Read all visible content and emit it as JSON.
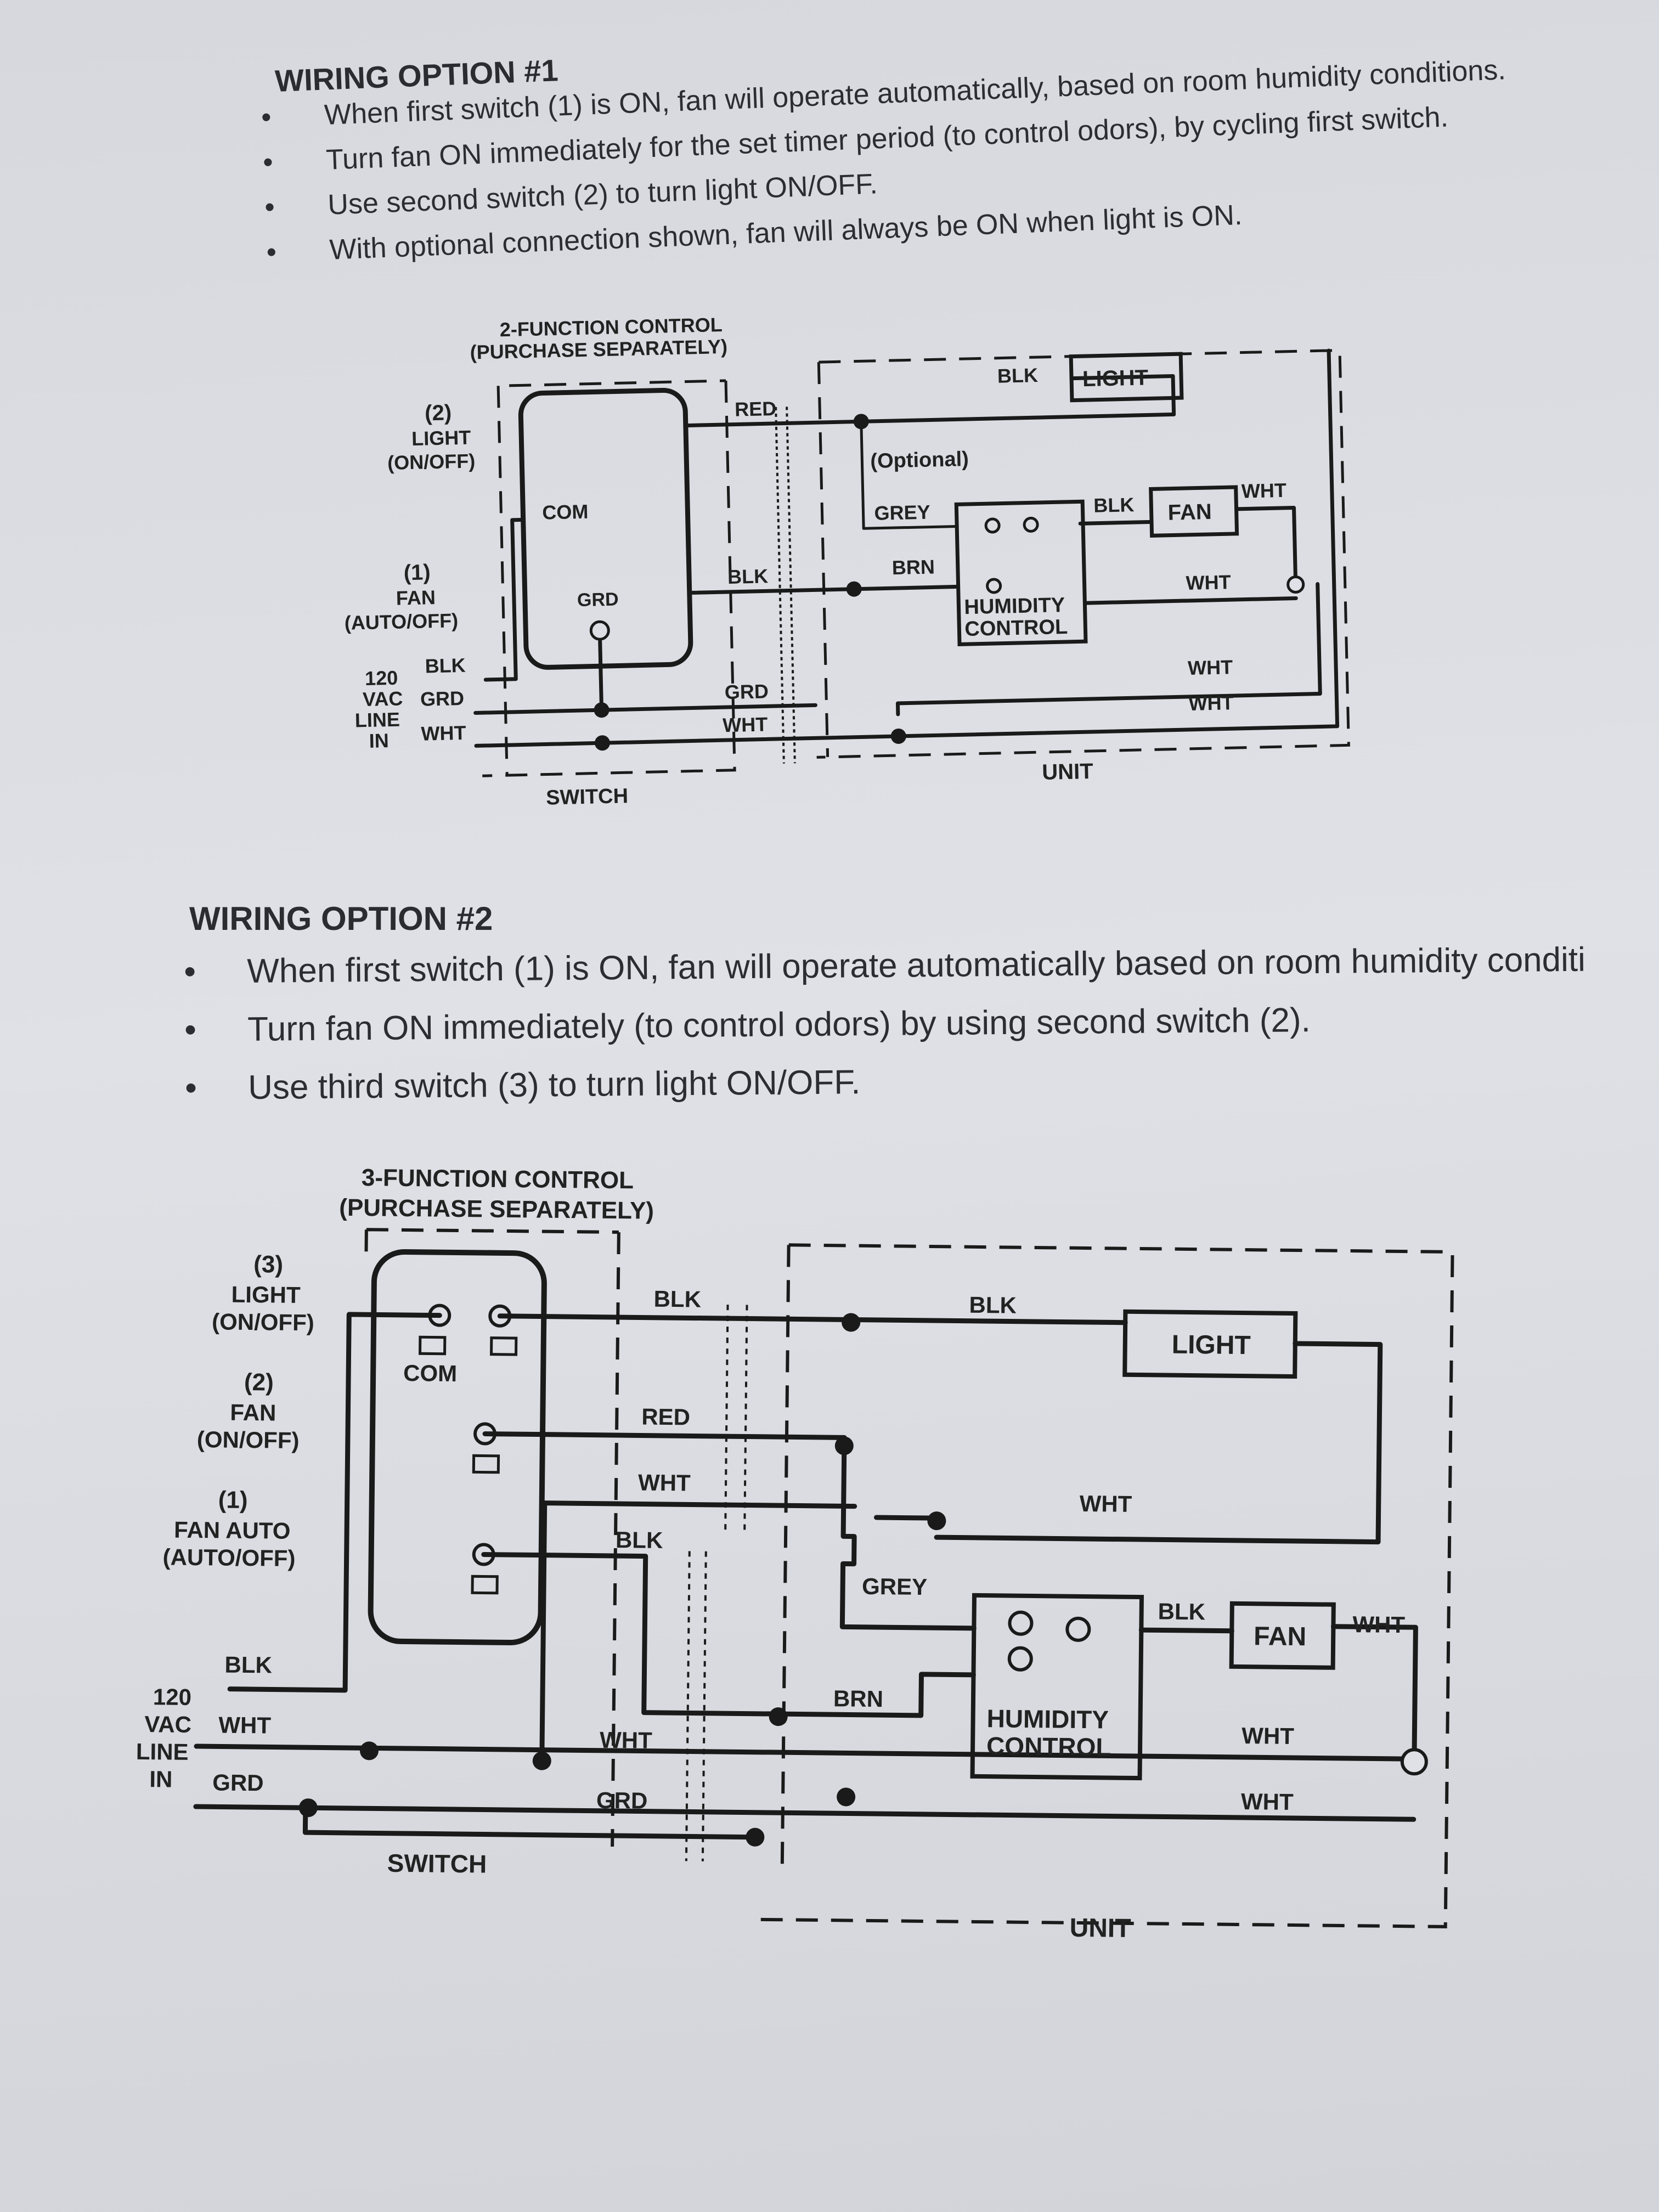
{
  "option1": {
    "title": "WIRING OPTION #1",
    "bullets": [
      "When first switch (1) is ON, fan will operate automatically, based on room humidity conditions.",
      "Turn fan ON immediately for the set timer period (to control odors), by cycling first switch.",
      "Use second switch (2) to turn light ON/OFF.",
      "With optional connection shown, fan will always be ON when light is ON."
    ],
    "diagram": {
      "control_title_1": "2-FUNCTION CONTROL",
      "control_title_2": "(PURCHASE SEPARATELY)",
      "sw2_num": "(2)",
      "sw2_name": "LIGHT",
      "sw2_mode": "(ON/OFF)",
      "sw1_num": "(1)",
      "sw1_name": "FAN",
      "sw1_mode": "(AUTO/OFF)",
      "com": "COM",
      "grd_terminal": "GRD",
      "line_1": "120",
      "line_2": "VAC",
      "line_3": "LINE",
      "line_4": "IN",
      "blk": "BLK",
      "grd": "GRD",
      "wht": "WHT",
      "red": "RED",
      "grey": "GREY",
      "brn": "BRN",
      "optional": "(Optional)",
      "light": "LIGHT",
      "fan": "FAN",
      "humidity_1": "HUMIDITY",
      "humidity_2": "CONTROL",
      "switch": "SWITCH",
      "unit": "UNIT"
    }
  },
  "option2": {
    "title": "WIRING OPTION #2",
    "bullets": [
      "When first switch (1) is ON, fan will operate automatically based on room humidity conditi",
      "Turn fan ON immediately (to control odors) by using second switch (2).",
      "Use third switch (3) to turn light ON/OFF."
    ],
    "diagram": {
      "control_title_1": "3-FUNCTION CONTROL",
      "control_title_2": "(PURCHASE SEPARATELY)",
      "sw3_num": "(3)",
      "sw3_name": "LIGHT",
      "sw3_mode": "(ON/OFF)",
      "sw2_num": "(2)",
      "sw2_name": "FAN",
      "sw2_mode": "(ON/OFF)",
      "sw1_num": "(1)",
      "sw1_name": "FAN AUTO",
      "sw1_mode": "(AUTO/OFF)",
      "com": "COM",
      "line_1": "120",
      "line_2": "VAC",
      "line_3": "LINE",
      "line_4": "IN",
      "blk": "BLK",
      "wht": "WHT",
      "grd": "GRD",
      "red": "RED",
      "grey": "GREY",
      "brn": "BRN",
      "light": "LIGHT",
      "fan": "FAN",
      "humidity_1": "HUMIDITY",
      "humidity_2": "CONTROL",
      "switch": "SWITCH",
      "unit": "UNIT"
    }
  }
}
